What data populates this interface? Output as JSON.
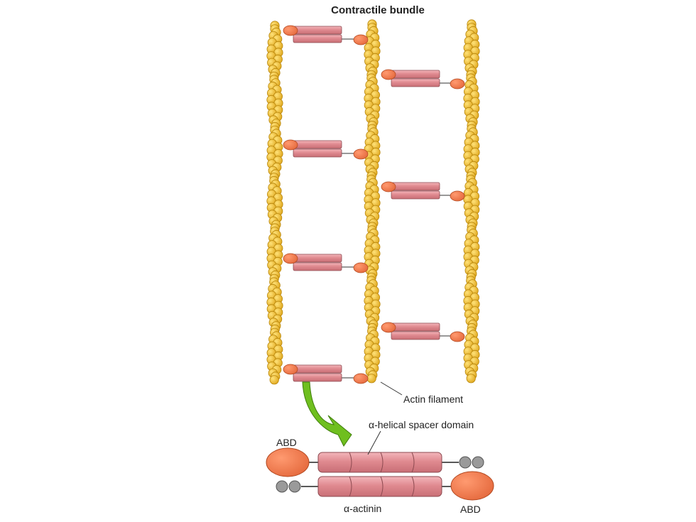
{
  "title": "Contractile bundle",
  "labels": {
    "actin_filament": "Actin filament",
    "spacer_domain": "α-helical spacer domain",
    "abd_top": "ABD",
    "abd_bottom": "ABD",
    "alpha_actinin": "α-actinin"
  },
  "colors": {
    "actin": "#f2c232",
    "actin_outline": "#b8860b",
    "abd": "#f07a4f",
    "spacer": "#e08a90",
    "spacer_outline": "#8c4a50",
    "arrow": "#6fbf1f",
    "calcium_domain": "#9a9a9a"
  }
}
